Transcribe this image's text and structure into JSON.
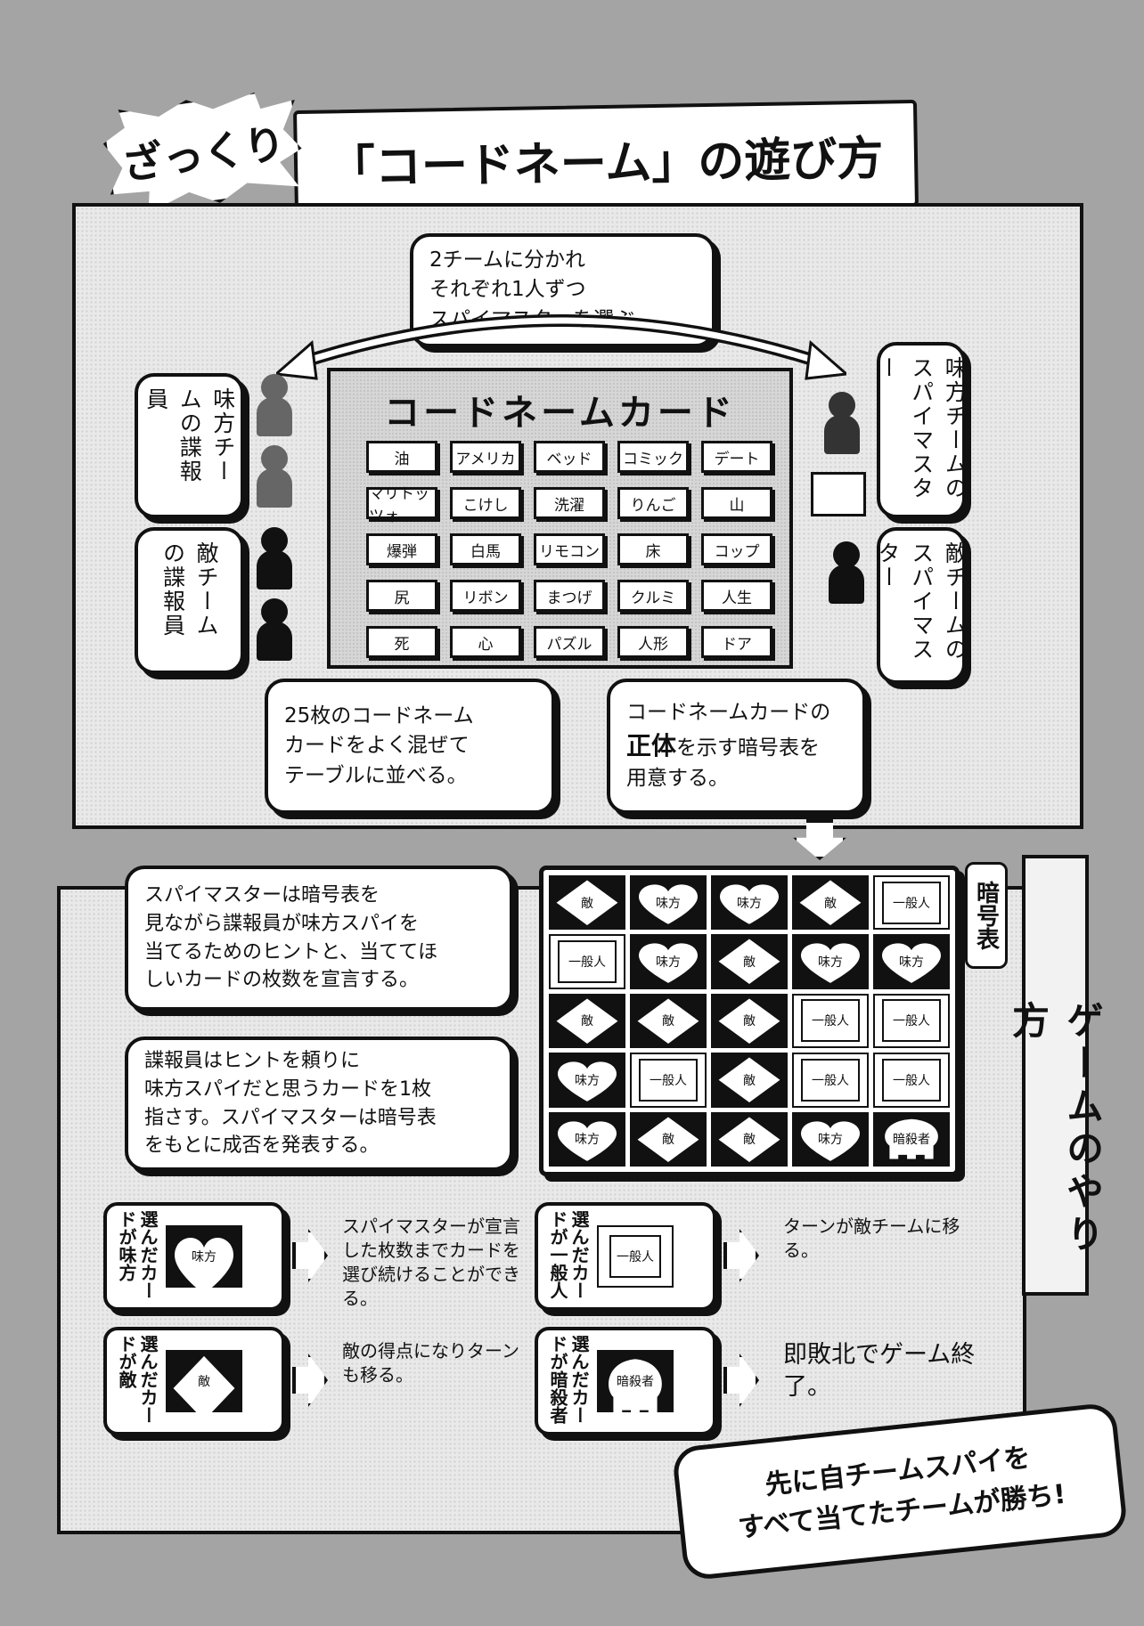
{
  "header": {
    "badge": "ざっくり",
    "title": "「コードネーム」の遊び方"
  },
  "setup": {
    "top_bubble": [
      "2チームに分かれ",
      "それぞれ1人ずつ",
      "スパイマスターを選ぶ。"
    ],
    "left_bubbles": [
      "味方チームの諜報員",
      "敵チームの諜報員"
    ],
    "right_bubbles": [
      "味方チームのスパイマスター",
      "敵チームのスパイマスター"
    ],
    "board_title": "コードネームカード",
    "cards": [
      "油",
      "アメリカ",
      "ベッド",
      "コミック",
      "デート",
      "マリトッツォ",
      "こけし",
      "洗濯",
      "りんご",
      "山",
      "爆弾",
      "白馬",
      "リモコン",
      "床",
      "コップ",
      "尻",
      "リボン",
      "まつげ",
      "クルミ",
      "人生",
      "死",
      "心",
      "パズル",
      "人形",
      "ドア"
    ],
    "bottom_left": [
      "25枚のコードネーム",
      "カードをよく混ぜて",
      "テーブルに並べる。"
    ],
    "bottom_right": [
      "コードネームカードの",
      "正体",
      "を示す暗号表を",
      "用意する。"
    ]
  },
  "play": {
    "side_title": "ゲームのやり方",
    "key_label": "暗号表",
    "step1": [
      "スパイマスターは暗号表を",
      "見ながら諜報員が味方スパイを",
      "当てるためのヒントと、当ててほ",
      "しいカードの枚数を宣言する。"
    ],
    "step2": [
      "諜報員はヒントを頼りに",
      "味方スパイだと思うカードを1枚",
      "指さす。スパイマスターは暗号表",
      "をもとに成否を発表する。"
    ],
    "key_grid": [
      [
        "敵",
        "味方",
        "味方",
        "敵",
        "一般人"
      ],
      [
        "一般人",
        "味方",
        "敵",
        "味方",
        "味方"
      ],
      [
        "敵",
        "敵",
        "敵",
        "一般人",
        "一般人"
      ],
      [
        "味方",
        "一般人",
        "敵",
        "一般人",
        "一般人"
      ],
      [
        "味方",
        "敵",
        "敵",
        "味方",
        "暗殺者"
      ]
    ],
    "rules": [
      {
        "label": "選んだカードが味方",
        "card": "味方",
        "result": "スパイマスターが宣言した枚数までカードを選び続けることができる。"
      },
      {
        "label": "選んだカードが一般人",
        "card": "一般人",
        "result": "ターンが敵チームに移る。"
      },
      {
        "label": "選んだカードが敵",
        "card": "敵",
        "result": "敵の得点になりターンも移る。"
      },
      {
        "label": "選んだカードが暗殺者",
        "card": "暗殺者",
        "result": "即敗北でゲーム終了。"
      }
    ],
    "win": [
      "先に自チームスパイを",
      "すべて当てたチームが勝ち!"
    ]
  }
}
